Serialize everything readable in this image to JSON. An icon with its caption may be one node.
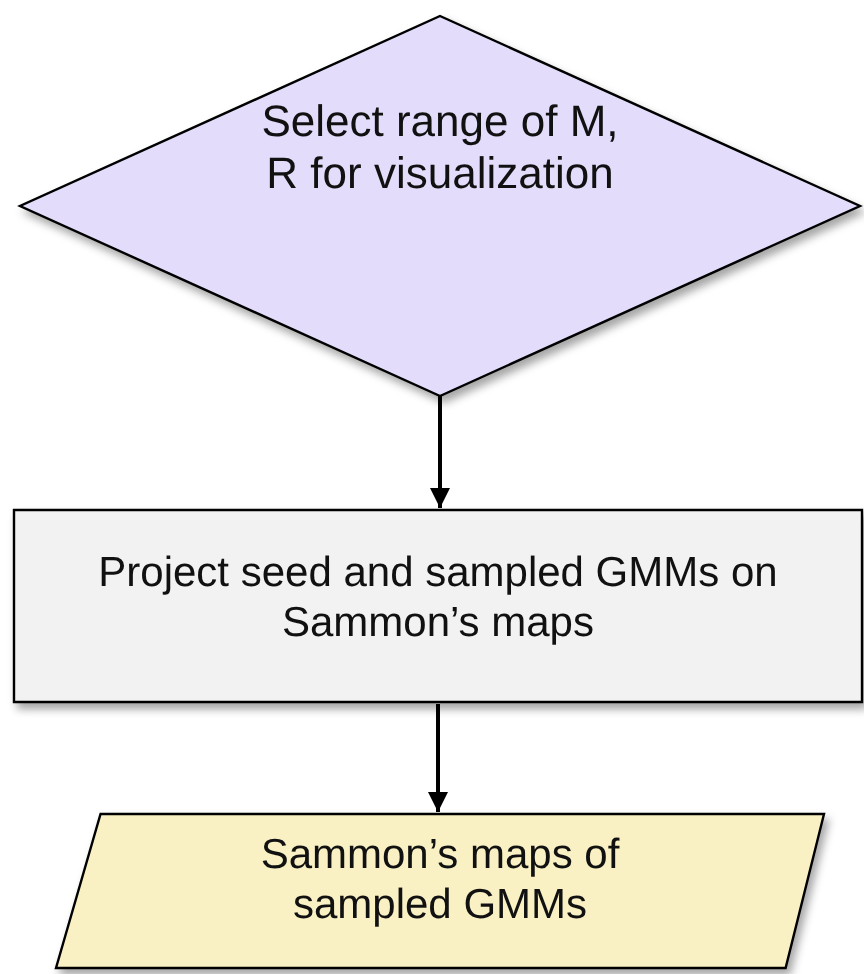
{
  "diagram": {
    "nodes": [
      {
        "text": [
          "Select range of M, R for visualization"
        ]
      },
      {
        "text": [
          "Project seed and sampled GMMs on Sammon’s maps"
        ]
      },
      {
        "text": [
          "Sammon’s maps of sampled GMMs"
        ]
      }
    ],
    "edges": [
      {
        "from": 0,
        "to": 1,
        "arrow": "to"
      },
      {
        "from": 1,
        "to": 2,
        "arrow": "to"
      }
    ]
  }
}
